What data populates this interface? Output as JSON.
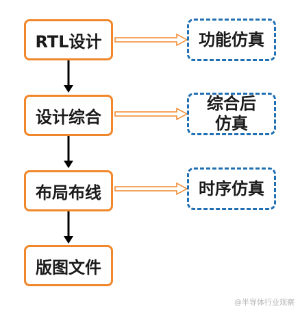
{
  "flow": {
    "steps": [
      "RTL设计",
      "设计综合",
      "布局布线",
      "版图文件"
    ],
    "simulations": [
      "功能仿真",
      "综合后\n仿真",
      "时序仿真"
    ]
  },
  "watermark": "@半导体行业观察",
  "colors": {
    "step_border": "#f0872b",
    "sim_border": "#1f6fb2",
    "arrow_hollow": "#f0872b",
    "arrow_solid": "#000000"
  }
}
